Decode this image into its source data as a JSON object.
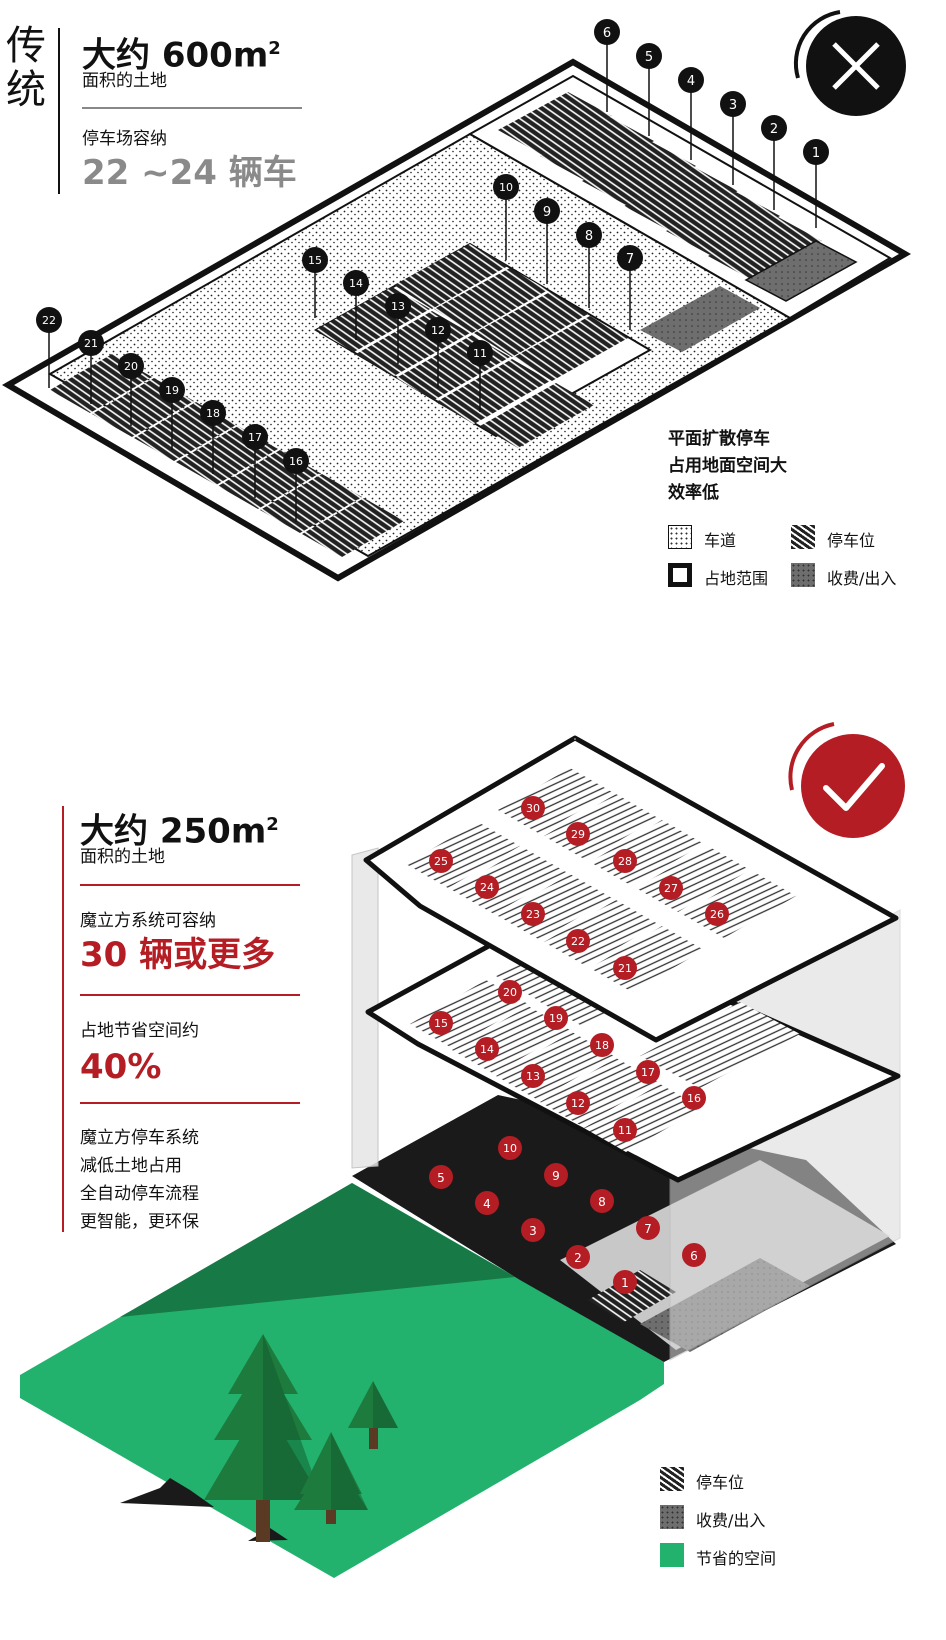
{
  "top": {
    "side_label": "传统",
    "area_prefix": "大约",
    "area_value": "600m",
    "area_sup": "2",
    "area_caption": "面积的土地",
    "capacity_caption": "停车场容纳",
    "capacity_value": "22 ~24 辆车",
    "verdict_icon": "cross-icon",
    "notes": [
      "平面扩散停车",
      "占用地面空间大",
      "效率低"
    ],
    "legend": [
      {
        "label": "车道",
        "swatch": "dotted-light"
      },
      {
        "label": "停车位",
        "swatch": "hatched"
      },
      {
        "label": "占地范围",
        "swatch": "outline"
      },
      {
        "label": "收费/出入",
        "swatch": "gray-dotted"
      }
    ],
    "spots": [
      "1",
      "2",
      "3",
      "4",
      "5",
      "6",
      "7",
      "8",
      "9",
      "10",
      "11",
      "12",
      "13",
      "14",
      "15",
      "16",
      "17",
      "18",
      "19",
      "20",
      "21",
      "22"
    ]
  },
  "bottom": {
    "area_prefix": "大约",
    "area_value": "250m",
    "area_sup": "2",
    "area_caption": "面积的土地",
    "capacity_caption": "魔立方系统可容纳",
    "capacity_value": "30 辆或更多",
    "saving_caption": "占地节省空间约",
    "saving_value": "40%",
    "notes": [
      "魔立方停车系统",
      "减低土地占用",
      "全自动停车流程",
      "更智能，更环保"
    ],
    "verdict_icon": "check-icon",
    "legend": [
      {
        "label": "停车位",
        "swatch": "hatched"
      },
      {
        "label": "收费/出入",
        "swatch": "gray-dotted"
      },
      {
        "label": "节省的空间",
        "swatch": "green"
      }
    ],
    "spots": [
      "1",
      "2",
      "3",
      "4",
      "5",
      "6",
      "7",
      "8",
      "9",
      "10",
      "11",
      "12",
      "13",
      "14",
      "15",
      "16",
      "17",
      "18",
      "19",
      "20",
      "21",
      "22",
      "23",
      "24",
      "25",
      "26",
      "27",
      "28",
      "29",
      "30"
    ]
  },
  "colors": {
    "accent_red": "#b41d24",
    "green": "#23b26d",
    "gray_text": "#8a8a8a",
    "black": "#111111"
  }
}
